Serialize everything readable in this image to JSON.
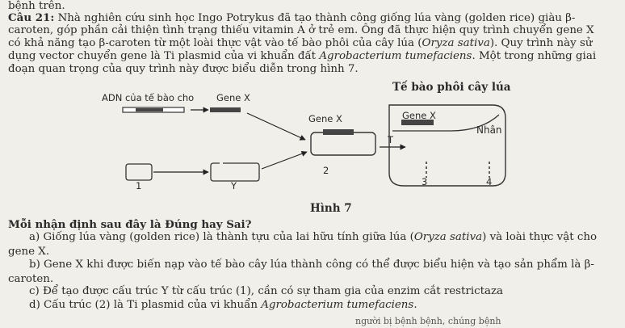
{
  "doc": {
    "top_word": "bệnh trên.",
    "q_label": "Câu 21:",
    "intro": [
      " Nhà nghiên cứu sinh học Ingo Potrykus đã tạo thành công giống lúa vàng (golden rice) giàu β-",
      "caroten, góp phần cải thiện tình trạng thiếu vitamin A ở trẻ em. Ông đã thực hiện quy trình chuyển gene X",
      "có khả năng tạo β-caroten từ một loài thực vật vào tế bào phôi của cây lúa (",
      "Oryza sativa",
      "). Quy trình này sử",
      "dụng vector chuyển gene là Ti plasmid của vi khuẩn đất ",
      "Agrobacterium tumefaciens",
      ". Một trong những giai",
      "đoạn quan trọng của quy trình này được biểu diễn trong hình 7."
    ],
    "prompt": "Mỗi nhận định sau đây là Đúng hay Sai?",
    "items": {
      "a1": "a) Giống lúa vàng (golden rice) là thành tựu của lai hữu tính giữa lúa (",
      "a_italic": "Oryza sativa",
      "a2": ") và loài thực vật cho",
      "a3": "gene X.",
      "b1": "b) Gene X khi được biến nạp vào tế bào cây lúa thành công có thể được biểu hiện và tạo sản phẩm là β-",
      "b2": "caroten.",
      "c1": "c) Để tạo được cấu trúc Y từ cấu trúc (1), cần có sự tham gia của enzim cắt restrictaza",
      "d1": "d) Cấu trúc (2) là Ti plasmid của vi khuẩn ",
      "d_italic": "Agrobacterium tumefaciens",
      "d2": ".",
      "cut": "người bị bệnh bệnh, chúng bệnh"
    }
  },
  "figure": {
    "cell_title": "Tế bào phôi cây lúa",
    "donor_dna": "ADN của tế bào cho",
    "gene_x_top": "Gene X",
    "gene_x_mid": "Gene X",
    "gene_x_cell": "Gene X",
    "nucleus": "Nhân",
    "arrow_t": "T",
    "n1": "1",
    "ny": "Y",
    "n2": "2",
    "n3": "3",
    "n4": "4",
    "caption": "Hình 7"
  }
}
